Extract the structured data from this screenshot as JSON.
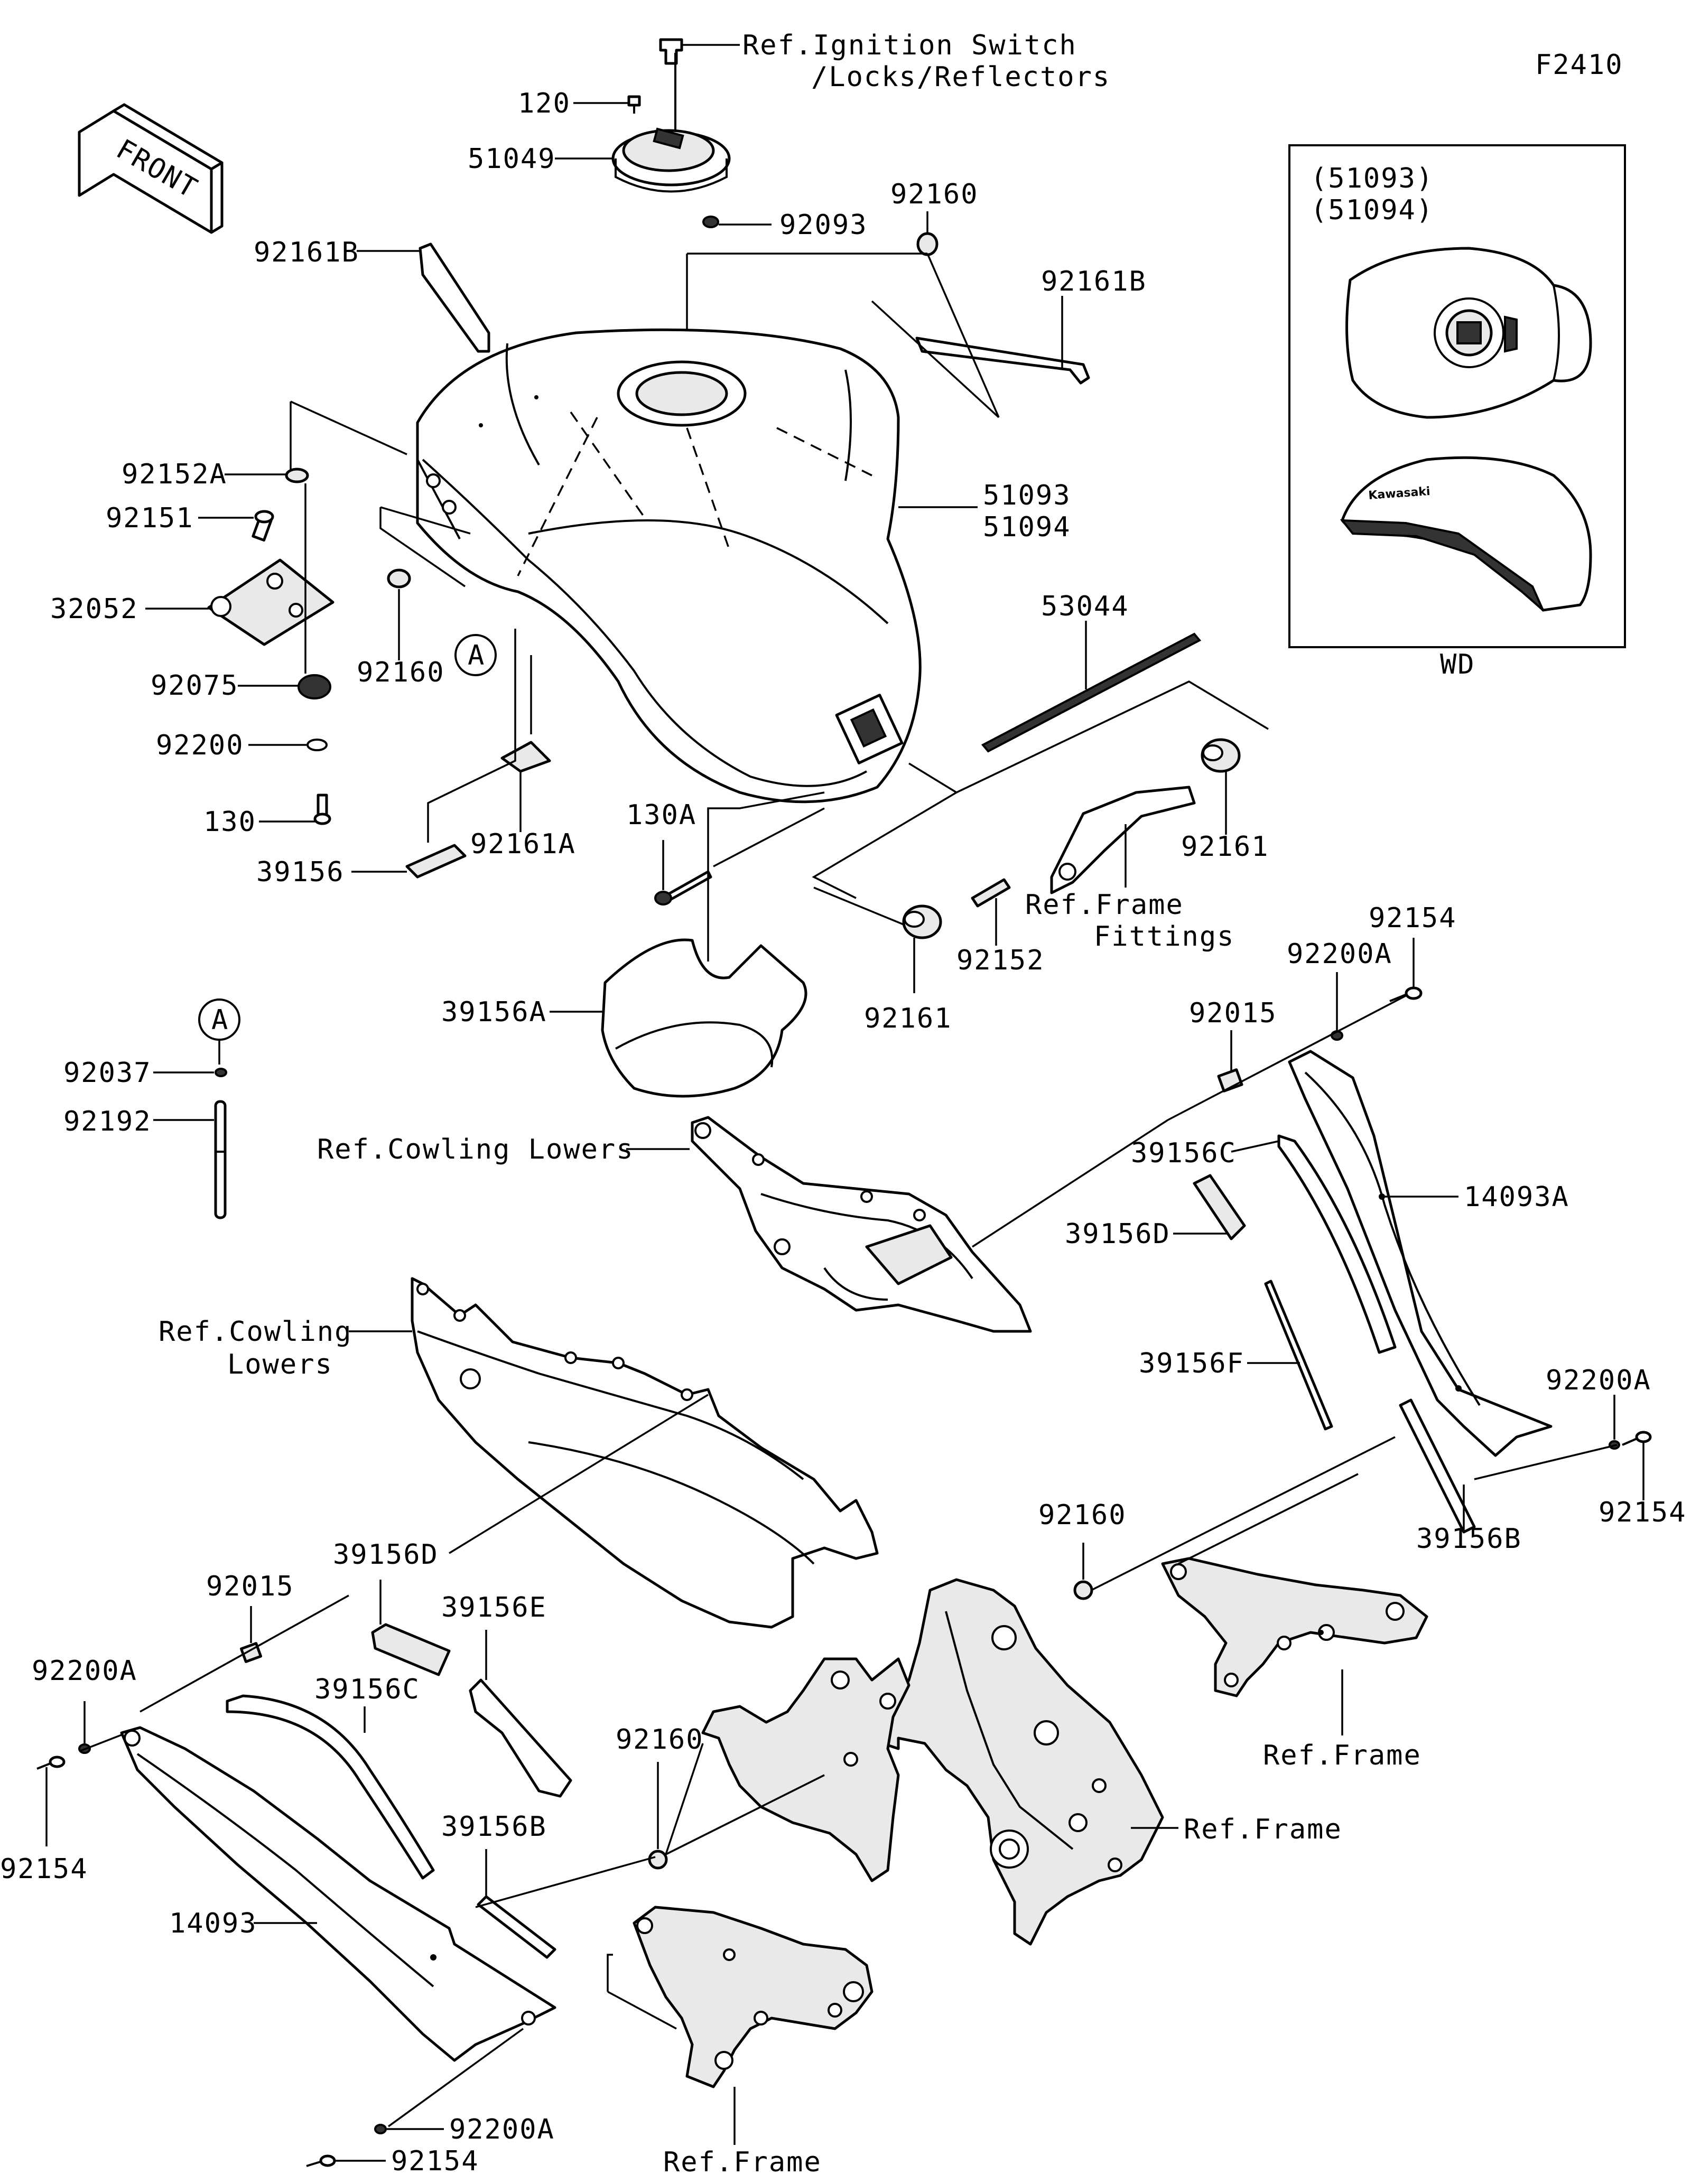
{
  "figure_code": "F2410",
  "front_arrow": {
    "text": "FRONT"
  },
  "callout_a": "A",
  "inset": {
    "line1": "(51093)",
    "line2": "(51094)",
    "caption": "WD",
    "decal_text": "Kawasaki"
  },
  "labels": {
    "ref_ignition_1": "Ref.Ignition Switch",
    "ref_ignition_2": "/Locks/Reflectors",
    "p120": "120",
    "p51049": "51049",
    "p92093": "92093",
    "p92160_top": "92160",
    "p92161B_left": "92161B",
    "p92161B_right": "92161B",
    "p92152A": "92152A",
    "p92151": "92151",
    "p32052": "32052",
    "p92160_left": "92160",
    "p92075": "92075",
    "p92200": "92200",
    "p130": "130",
    "p39156": "39156",
    "p92161A": "92161A",
    "p51093": "51093",
    "p51094": "51094",
    "p53044": "53044",
    "p130A": "130A",
    "p92161_right": "92161",
    "ref_frame_fittings_1": "Ref.Frame",
    "ref_frame_fittings_2": "Fittings",
    "p92152": "92152",
    "p92161_mid": "92161",
    "p39156A": "39156A",
    "p92037": "92037",
    "p92192": "92192",
    "p92154_r1": "92154",
    "p92200A_r1": "92200A",
    "p92015_r": "92015",
    "ref_cowling_lowers_1": "Ref.Cowling Lowers",
    "p39156C_r": "39156C",
    "p14093A": "14093A",
    "p39156D_r": "39156D",
    "ref_cowling_lowers_2a": "Ref.Cowling",
    "ref_cowling_lowers_2b": "Lowers",
    "p39156F": "39156F",
    "p92200A_r2": "92200A",
    "p92154_r2": "92154",
    "p39156B_r": "39156B",
    "p92160_mid": "92160",
    "p39156D_l": "39156D",
    "p92015_l": "92015",
    "p39156E": "39156E",
    "p92200A_l": "92200A",
    "p39156C_l": "39156C",
    "p92160_low": "92160",
    "ref_frame_r": "Ref.Frame",
    "p92154_l": "92154",
    "p39156B_l": "39156B",
    "ref_frame_c": "Ref.Frame",
    "p14093": "14093",
    "p92200A_b": "92200A",
    "p92154_b": "92154",
    "ref_frame_b": "Ref.Frame"
  }
}
